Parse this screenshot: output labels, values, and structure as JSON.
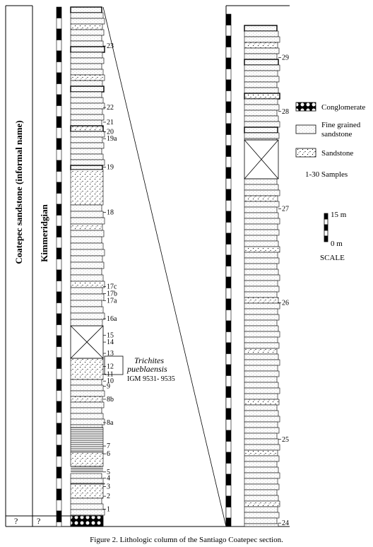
{
  "formation": "Coatepec sandstone (informal name)",
  "stage": "Kimmeridgian",
  "unknown_marks": [
    "?",
    "?"
  ],
  "samples_left": [
    {
      "label": "1",
      "x": 2.0
    },
    {
      "label": "2",
      "x": 3.5
    },
    {
      "label": "3",
      "x": 4.6
    },
    {
      "label": "4",
      "x": 5.6
    },
    {
      "label": "5",
      "x": 6.3
    },
    {
      "label": "6",
      "x": 8.4
    },
    {
      "label": "7",
      "x": 9.3
    },
    {
      "label": "8a",
      "x": 12.0
    },
    {
      "label": "8b",
      "x": 14.7
    },
    {
      "label": "9",
      "x": 16.2
    },
    {
      "label": "10",
      "x": 16.8
    },
    {
      "label": "11",
      "x": 17.6
    },
    {
      "label": "12",
      "x": 18.5
    },
    {
      "label": "13",
      "x": 20.0
    },
    {
      "label": "14",
      "x": 21.3
    },
    {
      "label": "15",
      "x": 22.1
    },
    {
      "label": "16a",
      "x": 24.0
    },
    {
      "label": "17a",
      "x": 26.1
    },
    {
      "label": "17b",
      "x": 26.9
    },
    {
      "label": "17c",
      "x": 27.7
    },
    {
      "label": "18",
      "x": 36.3
    },
    {
      "label": "19",
      "x": 41.5
    },
    {
      "label": "19a",
      "x": 44.8
    },
    {
      "label": "20",
      "x": 45.6
    },
    {
      "label": "21",
      "x": 46.7
    },
    {
      "label": "22",
      "x": 48.4
    },
    {
      "label": "23",
      "x": 55.5
    }
  ],
  "samples_right": [
    {
      "label": "24",
      "x": 0.4
    },
    {
      "label": "25",
      "x": 10.2
    },
    {
      "label": "26",
      "x": 26.2
    },
    {
      "label": "27",
      "x": 37.2
    },
    {
      "label": "28",
      "x": 48.6
    },
    {
      "label": "29",
      "x": 54.9
    }
  ],
  "fossil": {
    "name_line1": "Trichites",
    "name_line2": "pueblaensis",
    "specimens": "IGM 9531- 9535"
  },
  "legend": {
    "conglomerate": "Conglomerate",
    "fine_line1": "Fine grained",
    "fine_line2": "sandstone",
    "sandstone": "Sandstone",
    "samples": "1-30  Samples"
  },
  "scale": {
    "top_label": "15 m",
    "bottom_label": "0 m",
    "title": "SCALE",
    "length_m": 15
  },
  "caption": "Figure 2. Lithologic column of the Santiago Coatepec section."
}
